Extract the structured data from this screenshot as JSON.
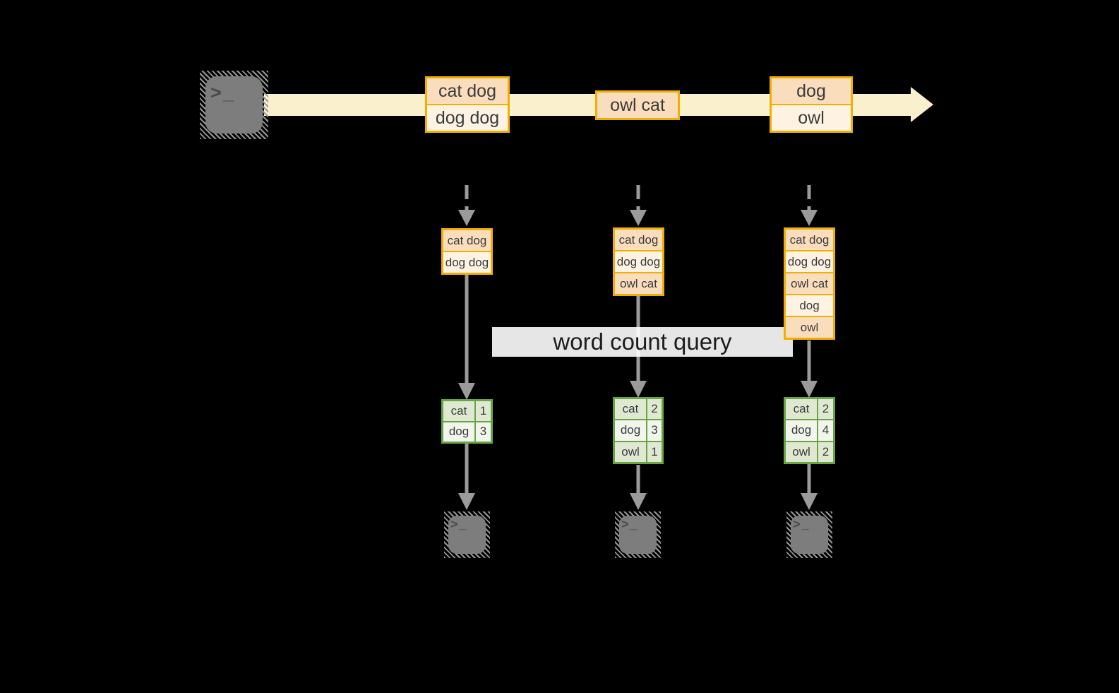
{
  "labels": {
    "query": "word count query",
    "terminal_prompt": ">_"
  },
  "colors": {
    "background": "#000000",
    "amber_border": "#F0B000",
    "peach_dark": "#FADDBC",
    "peach_light": "#FEF3E3",
    "stream_band": "#FBF0CE",
    "green_border": "#6AA544",
    "green_cell_dark": "#DFE9D2",
    "green_cell_light": "#F1F5EC",
    "arrow_gray": "#9B9B9B",
    "terminal_gray": "#7D7D7D"
  },
  "timeline": {
    "events": [
      {
        "rows": [
          "cat dog",
          "dog dog"
        ]
      },
      {
        "rows": [
          "owl cat"
        ]
      },
      {
        "rows": [
          "dog",
          "owl"
        ]
      }
    ]
  },
  "columns": [
    {
      "batch_rows": [
        "cat dog",
        "dog dog"
      ],
      "counts": [
        {
          "word": "cat",
          "count": "1"
        },
        {
          "word": "dog",
          "count": "3"
        }
      ]
    },
    {
      "batch_rows": [
        "cat dog",
        "dog dog",
        "owl cat"
      ],
      "counts": [
        {
          "word": "cat",
          "count": "2"
        },
        {
          "word": "dog",
          "count": "3"
        },
        {
          "word": "owl",
          "count": "1"
        }
      ]
    },
    {
      "batch_rows": [
        "cat dog",
        "dog dog",
        "owl cat",
        "dog",
        "owl"
      ],
      "counts": [
        {
          "word": "cat",
          "count": "2"
        },
        {
          "word": "dog",
          "count": "4"
        },
        {
          "word": "owl",
          "count": "2"
        }
      ]
    }
  ]
}
